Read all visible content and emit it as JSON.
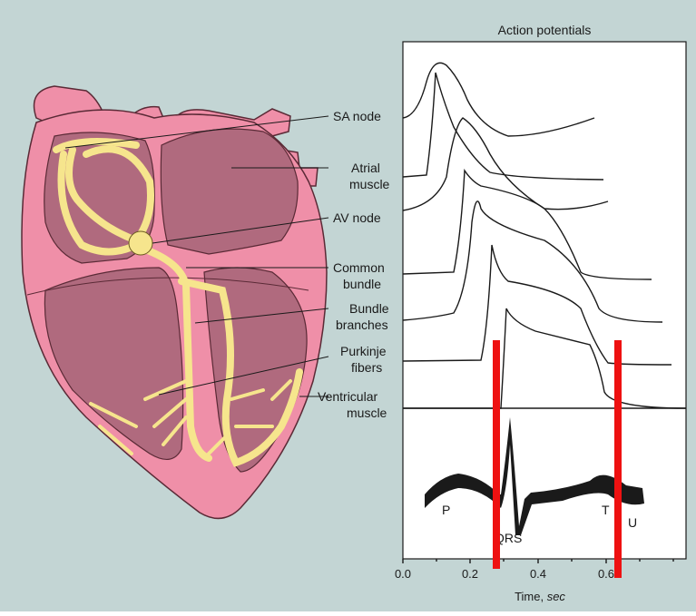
{
  "colors": {
    "background": "#c3d5d4",
    "heart_outer": "#ef8fa8",
    "heart_inner": "#b06a7e",
    "conduction": "#f6e58d",
    "marker": "#ee1111",
    "panel": "#ffffff",
    "trace": "#1a1a1a"
  },
  "diagram": {
    "panel_title": "Action potentials",
    "labels": {
      "sa_node": [
        "SA node"
      ],
      "atrial_muscle": [
        "Atrial",
        "muscle"
      ],
      "av_node": [
        "AV node"
      ],
      "common_bundle": [
        "Common",
        "bundle"
      ],
      "bundle_branches": [
        "Bundle",
        "branches"
      ],
      "purkinje_fibers": [
        "Purkinje",
        "fibers"
      ],
      "ventricular_muscle": [
        "Ventricular",
        "muscle"
      ]
    },
    "ecg_waves": {
      "p": "P",
      "qrs": "QRS",
      "t": "T",
      "u": "U"
    },
    "x_axis": {
      "label_prefix": "Time, ",
      "label_unit": "sec",
      "ticks": [
        "0.0",
        "0.2",
        "0.4",
        "0.6"
      ]
    },
    "icons": [
      "heart-illustration",
      "red-marker-line"
    ]
  }
}
